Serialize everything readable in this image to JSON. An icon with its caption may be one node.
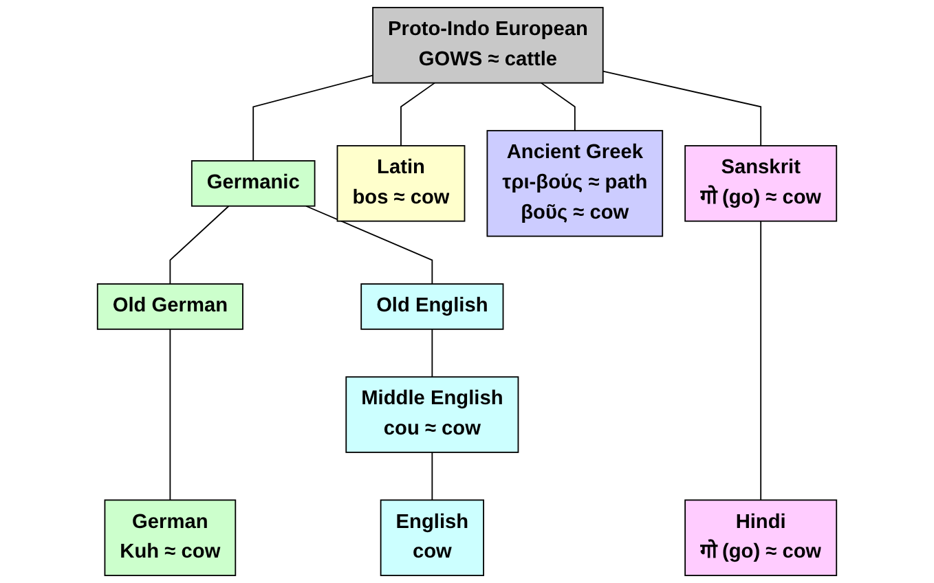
{
  "diagram": {
    "nodes": [
      {
        "text": [
          "Proto-Indo European",
          "GOWS ≈ cattle"
        ]
      },
      {
        "text": [
          "Germanic"
        ]
      },
      {
        "text": [
          "Latin",
          "bos ≈ cow"
        ]
      },
      {
        "text": [
          "Ancient Greek",
          "τρι-βούς ≈ path",
          "βοῦς ≈ cow"
        ]
      },
      {
        "text": [
          "Sanskrit",
          "गो (go) ≈ cow"
        ]
      },
      {
        "text": [
          "Old German"
        ]
      },
      {
        "text": [
          "Old English"
        ]
      },
      {
        "text": [
          "Middle English",
          "cou ≈ cow"
        ]
      },
      {
        "text": [
          "German",
          "Kuh ≈ cow"
        ]
      },
      {
        "text": [
          "English",
          "cow"
        ]
      },
      {
        "text": [
          "Hindi",
          "गो (go) ≈ cow"
        ]
      }
    ],
    "edges": [
      {
        "from": 0,
        "to": 1,
        "arrow": "none"
      },
      {
        "from": 0,
        "to": 2,
        "arrow": "none"
      },
      {
        "from": 0,
        "to": 3,
        "arrow": "none"
      },
      {
        "from": 0,
        "to": 4,
        "arrow": "none"
      },
      {
        "from": 1,
        "to": 5,
        "arrow": "none"
      },
      {
        "from": 1,
        "to": 6,
        "arrow": "none"
      },
      {
        "from": 5,
        "to": 8,
        "arrow": "none"
      },
      {
        "from": 6,
        "to": 7,
        "arrow": "none"
      },
      {
        "from": 7,
        "to": 9,
        "arrow": "none"
      },
      {
        "from": 4,
        "to": 10,
        "arrow": "none"
      }
    ]
  }
}
